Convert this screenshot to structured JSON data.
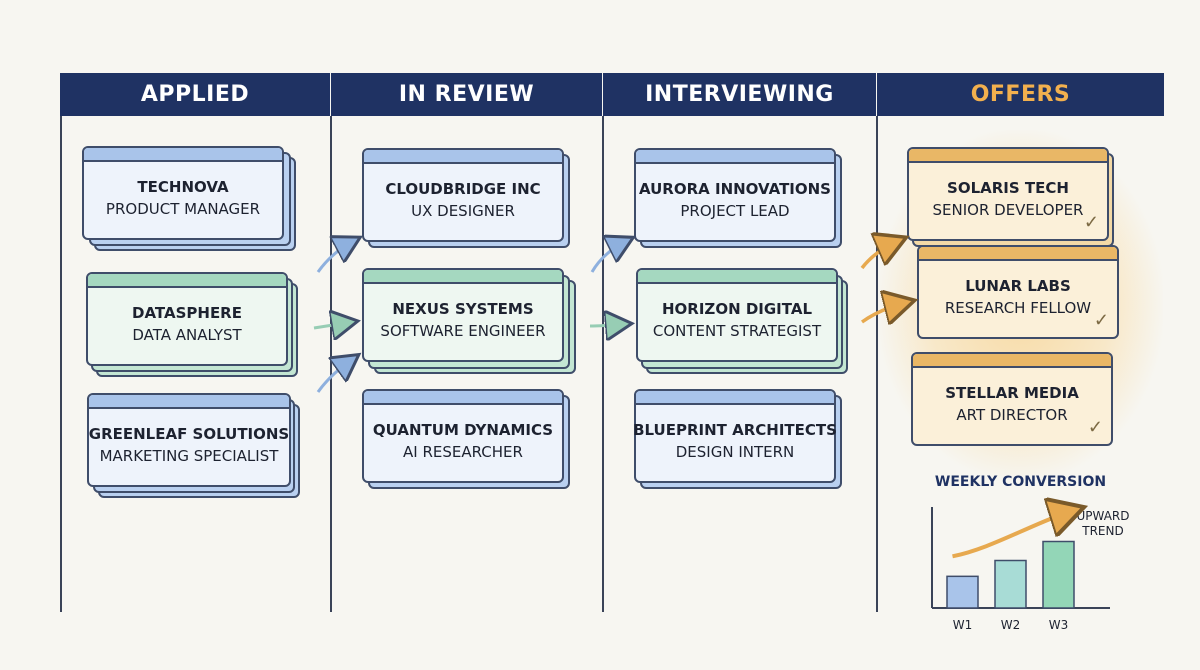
{
  "columns": [
    {
      "title": "APPLIED"
    },
    {
      "title": "IN REVIEW"
    },
    {
      "title": "INTERVIEWING"
    },
    {
      "title": "OFFERS"
    }
  ],
  "cards": {
    "applied": [
      {
        "company": "TECHNOVA",
        "role": "PRODUCT MANAGER"
      },
      {
        "company": "DATASPHERE",
        "role": "DATA ANALYST"
      },
      {
        "company": "GREENLEAF SOLUTIONS",
        "role": "MARKETING SPECIALIST"
      }
    ],
    "review": [
      {
        "company": "CLOUDBRIDGE INC",
        "role": "UX DESIGNER"
      },
      {
        "company": "NEXUS SYSTEMS",
        "role": "SOFTWARE ENGINEER"
      },
      {
        "company": "QUANTUM DYNAMICS",
        "role": "AI RESEARCHER"
      }
    ],
    "interviewing": [
      {
        "company": "AURORA INNOVATIONS",
        "role": "PROJECT LEAD"
      },
      {
        "company": "HORIZON DIGITAL",
        "role": "CONTENT STRATEGIST"
      },
      {
        "company": "BLUEPRINT ARCHITECTS",
        "role": "DESIGN INTERN"
      }
    ],
    "offers": [
      {
        "company": "SOLARIS TECH",
        "role": "SENIOR DEVELOPER",
        "check": "✓"
      },
      {
        "company": "LUNAR LABS",
        "role": "RESEARCH FELLOW",
        "check": "✓"
      },
      {
        "company": "STELLAR MEDIA",
        "role": "ART DIRECTOR",
        "check": "✓"
      }
    ]
  },
  "colors": {
    "header": "#1f3263",
    "offers_header_text": "#f2b04e",
    "blue_accent": "#a9c4ea",
    "green_accent": "#a5d8c0",
    "gold_accent": "#e9b766"
  },
  "icons": {
    "check": "check-mark-icon",
    "arrow": "flow-arrow-icon"
  },
  "chart_data": {
    "type": "bar",
    "title": "WEEKLY CONVERSION",
    "categories": [
      "W1",
      "W2",
      "W3"
    ],
    "values": [
      1.0,
      1.5,
      2.1
    ],
    "ylim": [
      0,
      3
    ],
    "bar_colors": [
      "#a9c4ea",
      "#a8dcd6",
      "#93d6b7"
    ],
    "annotation": {
      "line1": "UPWARD",
      "line2": "TREND"
    },
    "grid": false
  }
}
